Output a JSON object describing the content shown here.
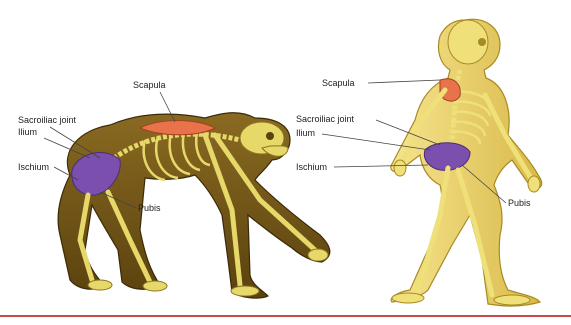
{
  "figure": {
    "colors": {
      "ape_fur": "#7a5a1a",
      "ape_fur_dark": "#4e3a0c",
      "bone": "#e7d86a",
      "bone_dark": "#b89c2a",
      "human_skin": "#f2da78",
      "human_skin_dark": "#cfae3c",
      "pelvis": "#7a4fae",
      "scapula": "#e8734a",
      "leader": "#444444",
      "footer_line": "#c84b4b"
    },
    "chimp_labels": {
      "scapula": "Scapula",
      "sacroiliac": "Sacroiliac joint",
      "ilium": "Ilium",
      "ischium": "Ischium",
      "pubis": "Pubis"
    },
    "human_labels": {
      "scapula": "Scapula",
      "sacroiliac": "Sacroiliac joint",
      "ilium": "Ilium",
      "ischium": "Ischium",
      "pubis": "Pubis"
    }
  }
}
